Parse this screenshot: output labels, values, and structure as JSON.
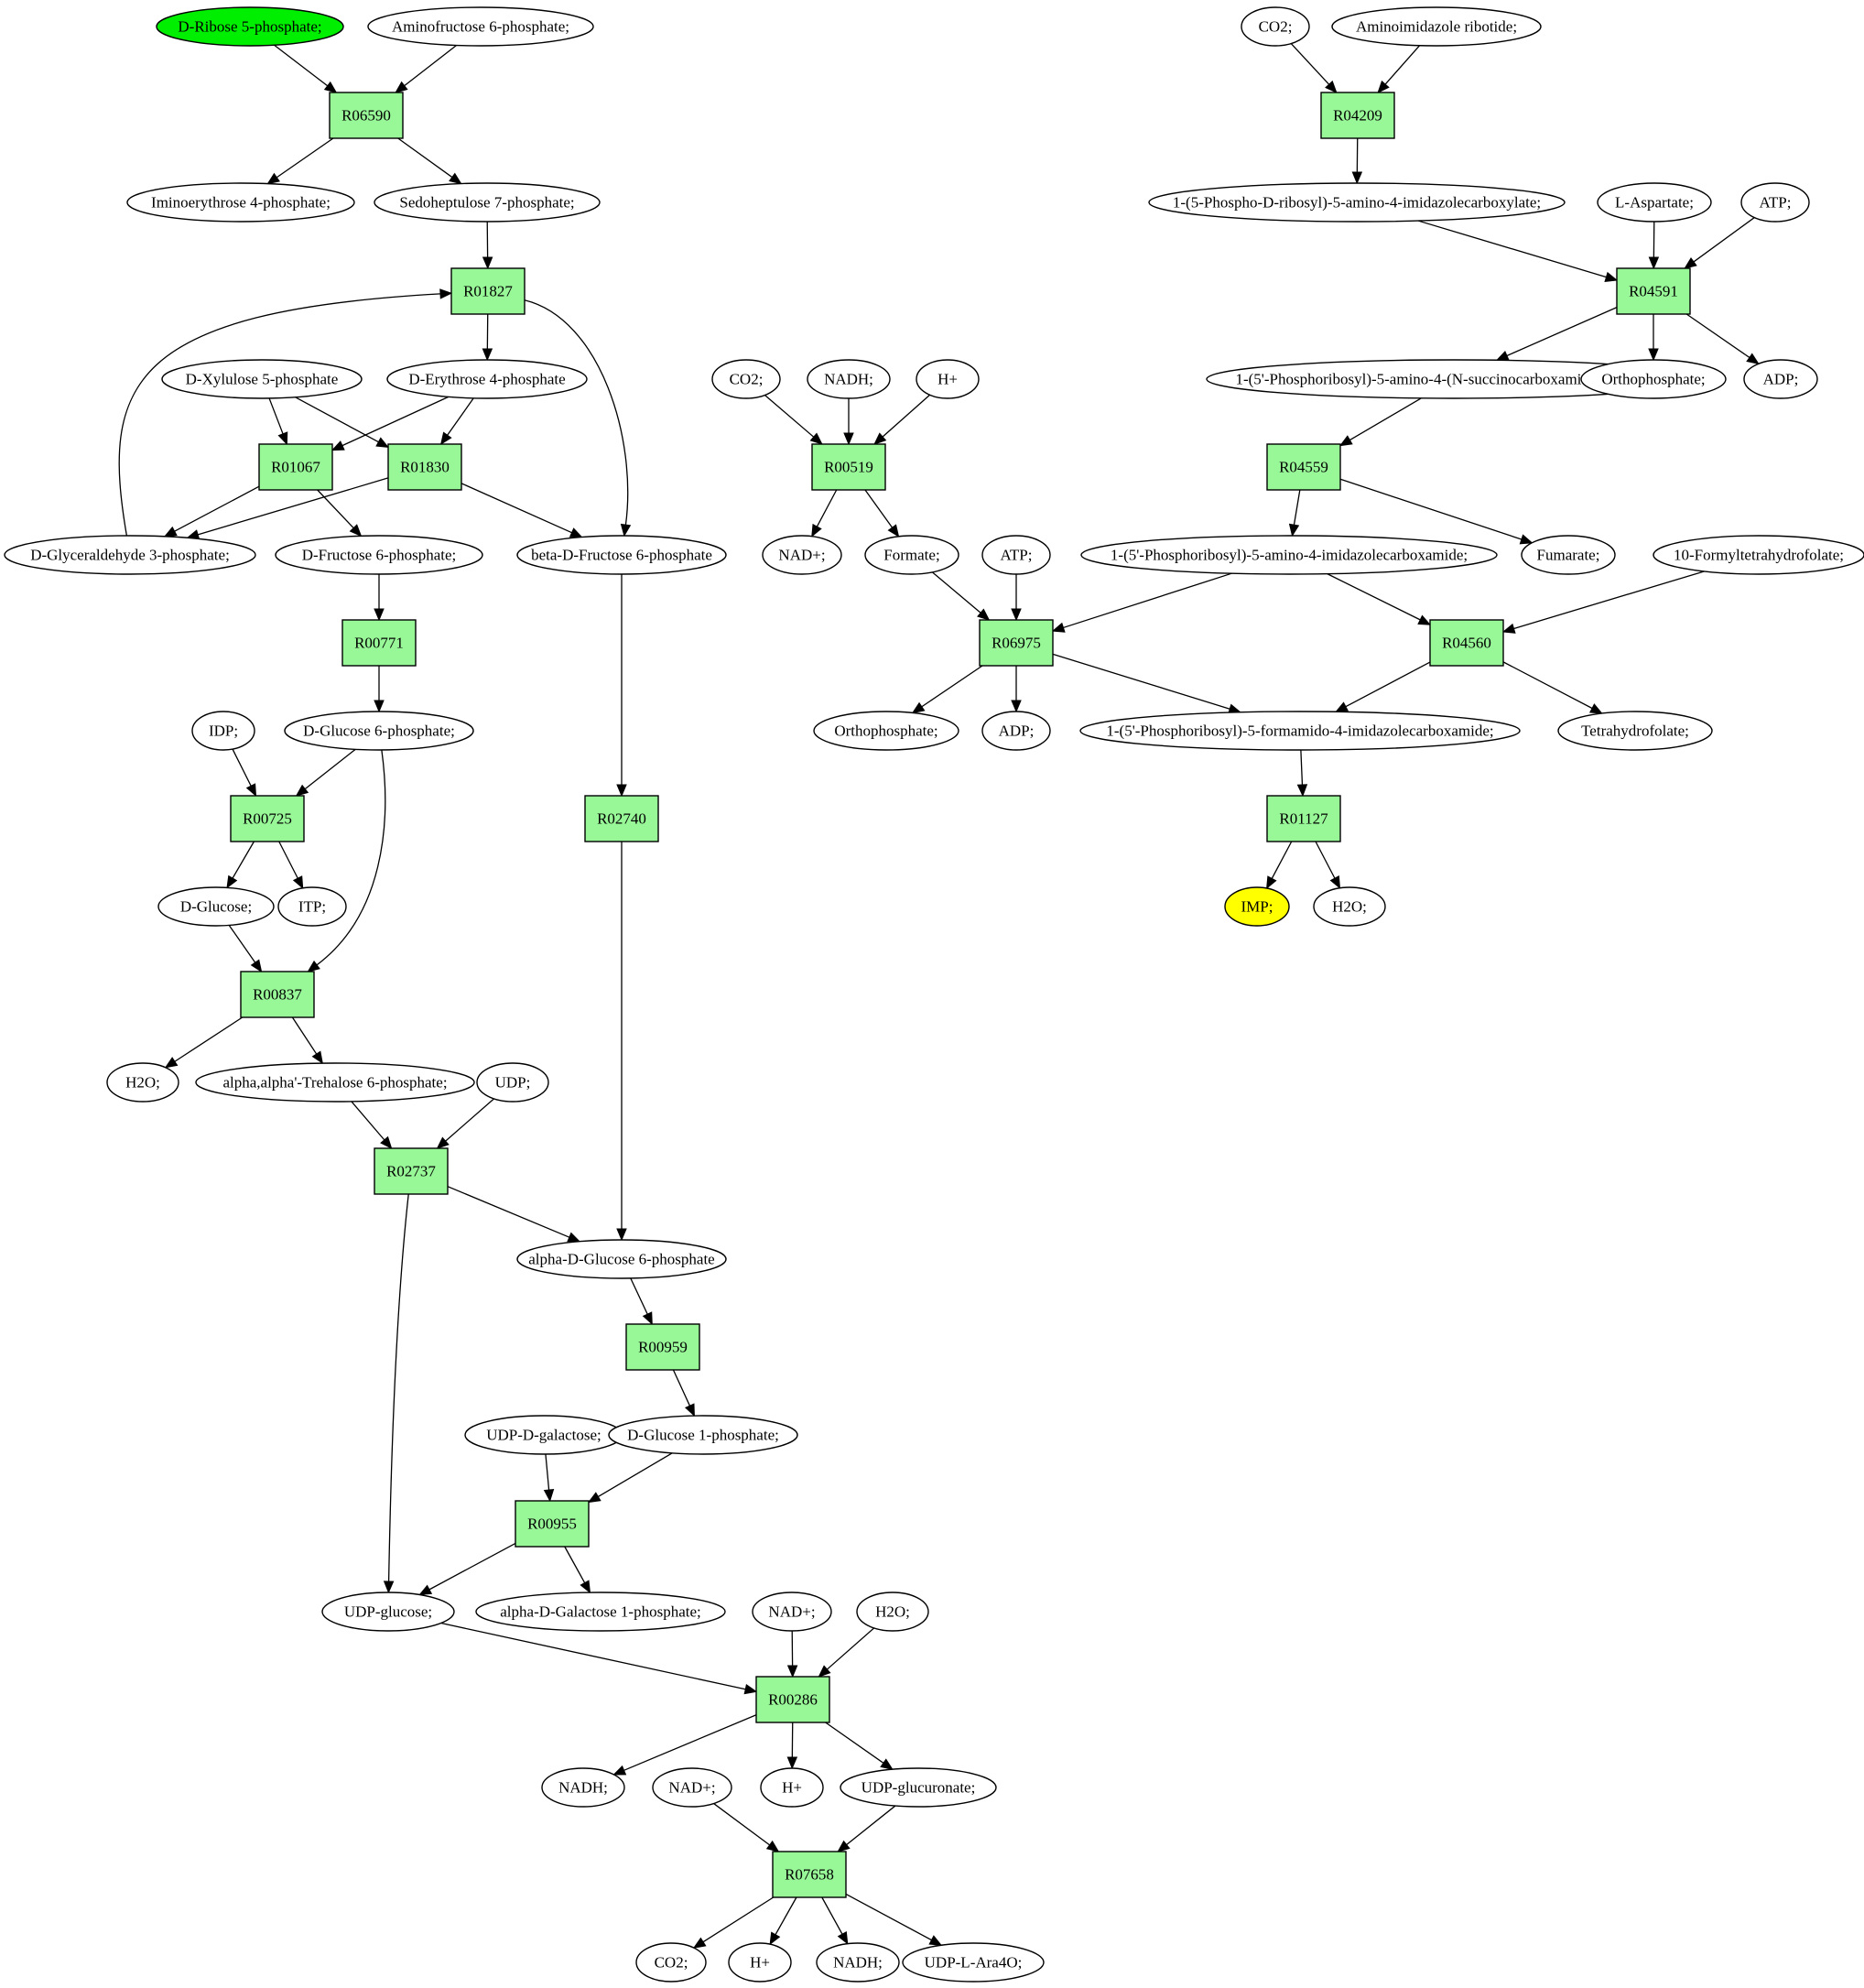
{
  "metabolites": {
    "m_rib5p": "D-Ribose 5-phosphate;",
    "m_afruc6p": "Aminofructose 6-phosphate;",
    "m_iminoery4p": "Iminoerythrose 4-phosphate;",
    "m_sedo7p": "Sedoheptulose 7-phosphate;",
    "m_xyl5p": "D-Xylulose 5-phosphate",
    "m_ery4p": "D-Erythrose 4-phosphate",
    "m_gap": "D-Glyceraldehyde 3-phosphate;",
    "m_fru6p": "D-Fructose 6-phosphate;",
    "m_bfru6p": "beta-D-Fructose 6-phosphate",
    "m_idp": "IDP;",
    "m_glc6p": "D-Glucose 6-phosphate;",
    "m_glc": "D-Glucose;",
    "m_itp": "ITP;",
    "m_h2o_a": "H2O;",
    "m_tre6p": "alpha,alpha'-Trehalose 6-phosphate;",
    "m_udp_a": "UDP;",
    "m_aglc6p": "alpha-D-Glucose 6-phosphate",
    "m_udpgal": "UDP-D-galactose;",
    "m_glc1p": "D-Glucose 1-phosphate;",
    "m_udpglc": "UDP-glucose;",
    "m_agal1p": "alpha-D-Galactose 1-phosphate;",
    "m_nadp_a": "NAD+;",
    "m_h2o_b": "H2O;",
    "m_nadh_a": "NADH;",
    "m_nadp_b": "NAD+;",
    "m_h_a": "H+",
    "m_udpglcur": "UDP-glucuronate;",
    "m_co2_a": "CO2;",
    "m_h_b": "H+",
    "m_nadh_b": "NADH;",
    "m_udpara": "UDP-L-Ara4O;",
    "m_co2_b": "CO2;",
    "m_nadh_c": "NADH;",
    "m_h_c": "H+",
    "m_nadp_c": "NAD+;",
    "m_formate": "Formate;",
    "m_atp_a": "ATP;",
    "m_ortho_a": "Orthophosphate;",
    "m_adp_a": "ADP;",
    "m_co2_c": "CO2;",
    "m_air": "Aminoimidazole ribotide;",
    "m_cair": "1-(5-Phospho-D-ribosyl)-5-amino-4-imidazolecarboxylate;",
    "m_asp": "L-Aspartate;",
    "m_atp_b": "ATP;",
    "m_saicar": "1-(5'-Phosphoribosyl)-5-amino-4-(N-succinocarboxamide)-imidazole;",
    "m_ortho_b": "Orthophosphate;",
    "m_adp_b": "ADP;",
    "m_aicar": "1-(5'-Phosphoribosyl)-5-amino-4-imidazolecarboxamide;",
    "m_fumarate": "Fumarate;",
    "m_10fthf": "10-Formyltetrahydrofolate;",
    "m_faicar": "1-(5'-Phosphoribosyl)-5-formamido-4-imidazolecarboxamide;",
    "m_thf": "Tetrahydrofolate;",
    "m_imp": "IMP;",
    "m_h2o_c": "H2O;"
  },
  "reactions": {
    "r_R06590": "R06590",
    "r_R01827": "R01827",
    "r_R01067": "R01067",
    "r_R01830": "R01830",
    "r_R00771": "R00771",
    "r_R00725": "R00725",
    "r_R02740": "R02740",
    "r_R00837": "R00837",
    "r_R02737": "R02737",
    "r_R00959": "R00959",
    "r_R00955": "R00955",
    "r_R00286": "R00286",
    "r_R07658": "R07658",
    "r_R00519": "R00519",
    "r_R06975": "R06975",
    "r_R04209": "R04209",
    "r_R04591": "R04591",
    "r_R04559": "R04559",
    "r_R04560": "R04560",
    "r_R01127": "R01127"
  },
  "colors": {
    "start_node": "#00ee00",
    "target_node": "#ffff00",
    "reaction_node": "#98f898",
    "default_node": "#ffffff"
  }
}
